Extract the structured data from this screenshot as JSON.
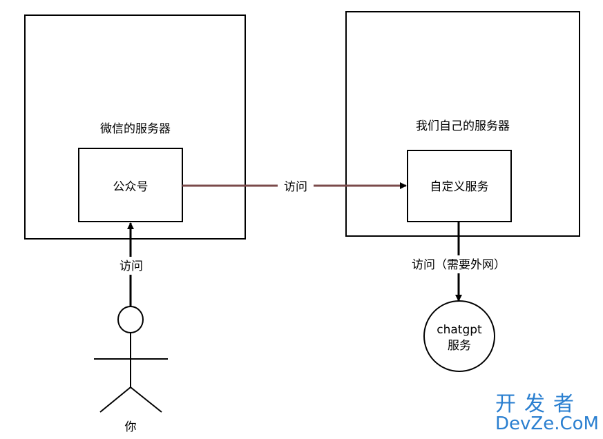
{
  "nodes": {
    "wechat_server": {
      "label": "微信的服务器"
    },
    "official_account": {
      "label": "公众号"
    },
    "our_server": {
      "label": "我们自己的服务器"
    },
    "custom_service": {
      "label": "自定义服务"
    },
    "chatgpt_line1": "chatgpt",
    "chatgpt_line2": "服务",
    "user": {
      "label": "你"
    }
  },
  "edges": {
    "user_to_account": "访问",
    "account_to_service": "访问",
    "service_to_chatgpt": "访问（需要外网）"
  },
  "watermark": {
    "cn": "开发者",
    "en": "DevZe.CoM"
  },
  "colors": {
    "stroke": "#000000",
    "link_line": "#7a4a4a",
    "watermark": "#2a7fd0"
  }
}
